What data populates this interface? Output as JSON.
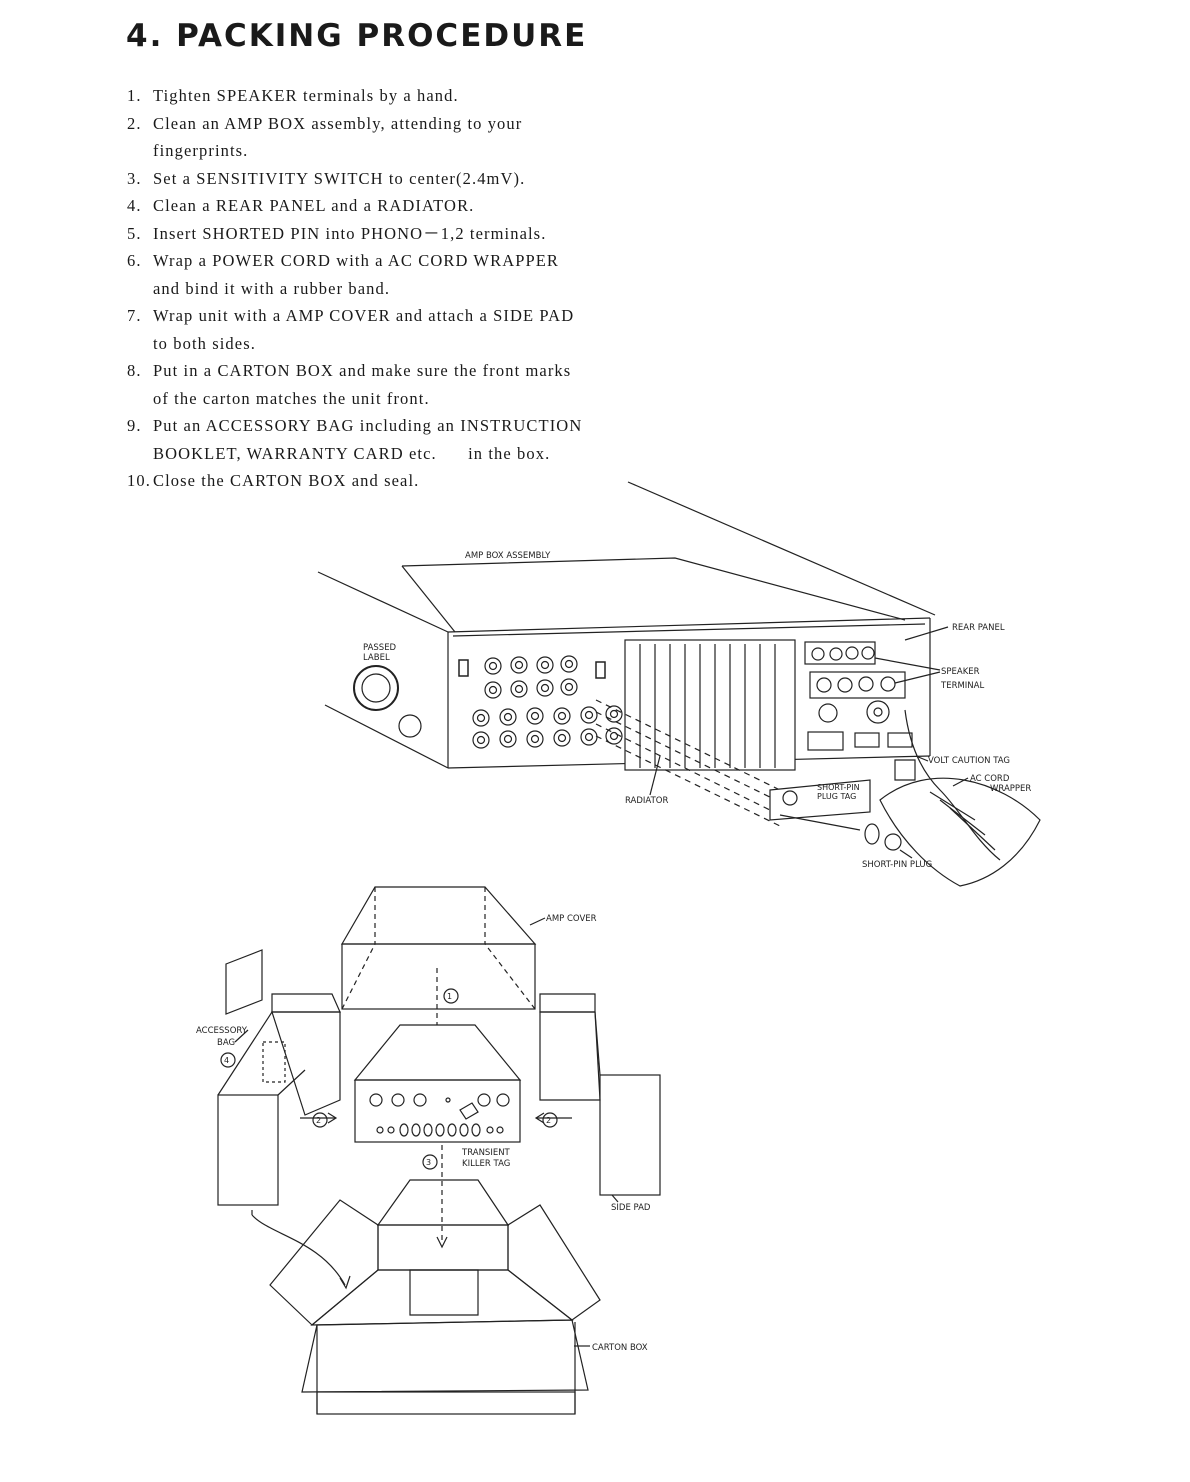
{
  "section_title": "4. PACKING PROCEDURE",
  "steps": [
    {
      "num": "1.",
      "lines": [
        "Tighten SPEAKER terminals by a hand."
      ]
    },
    {
      "num": "2.",
      "lines": [
        "Clean an AMP BOX assembly, attending to your",
        "fingerprints."
      ]
    },
    {
      "num": "3.",
      "lines": [
        "Set a SENSITIVITY SWITCH to center(2.4mV)."
      ]
    },
    {
      "num": "4.",
      "lines": [
        "Clean a REAR PANEL and a RADIATOR."
      ]
    },
    {
      "num": "5.",
      "lines": [
        "Insert SHORTED PIN into PHONO－1,2 terminals."
      ]
    },
    {
      "num": "6.",
      "lines": [
        "Wrap a POWER CORD with a AC CORD WRAPPER",
        "and bind it with a rubber band."
      ]
    },
    {
      "num": "7.",
      "lines": [
        "Wrap unit with a AMP COVER and attach a SIDE PAD",
        "to both sides."
      ]
    },
    {
      "num": "8.",
      "lines": [
        "Put in a CARTON BOX and make sure the front marks",
        "of the carton matches the unit front."
      ]
    },
    {
      "num": "9.",
      "lines": [
        "Put an ACCESSORY BAG including an INSTRUCTION",
        "BOOKLET, WARRANTY CARD etc.      in the box."
      ]
    },
    {
      "num": "10.",
      "lines": [
        "Close the CARTON BOX and seal."
      ]
    }
  ],
  "rear_diagram": {
    "amp_box_assembly": "AMP BOX ASSEMBLY",
    "rear_panel": "REAR PANEL",
    "passed_label_1": "PASSED",
    "passed_label_2": "LABEL",
    "speaker_terminal_1": "SPEAKER",
    "speaker_terminal_2": "TERMINAL",
    "volt_caution_tag": "VOLT CAUTION TAG",
    "ac_cord_1": "AC CORD",
    "ac_cord_2": "WRAPPER",
    "short_pin_tag_1": "SHORT-PIN",
    "short_pin_tag_2": "PLUG TAG",
    "radiator": "RADIATOR",
    "short_pin_plug": "SHORT-PIN PLUG"
  },
  "packing_diagram": {
    "amp_cover": "AMP COVER",
    "accessory_bag_1": "ACCESSORY",
    "accessory_bag_2": "BAG",
    "transient_1": "TRANSIENT",
    "transient_2": "KILLER TAG",
    "side_pad": "SIDE PAD",
    "carton_box": "CARTON BOX",
    "step_1": "1",
    "step_2": "2",
    "step_3": "3",
    "step_4": "4"
  }
}
